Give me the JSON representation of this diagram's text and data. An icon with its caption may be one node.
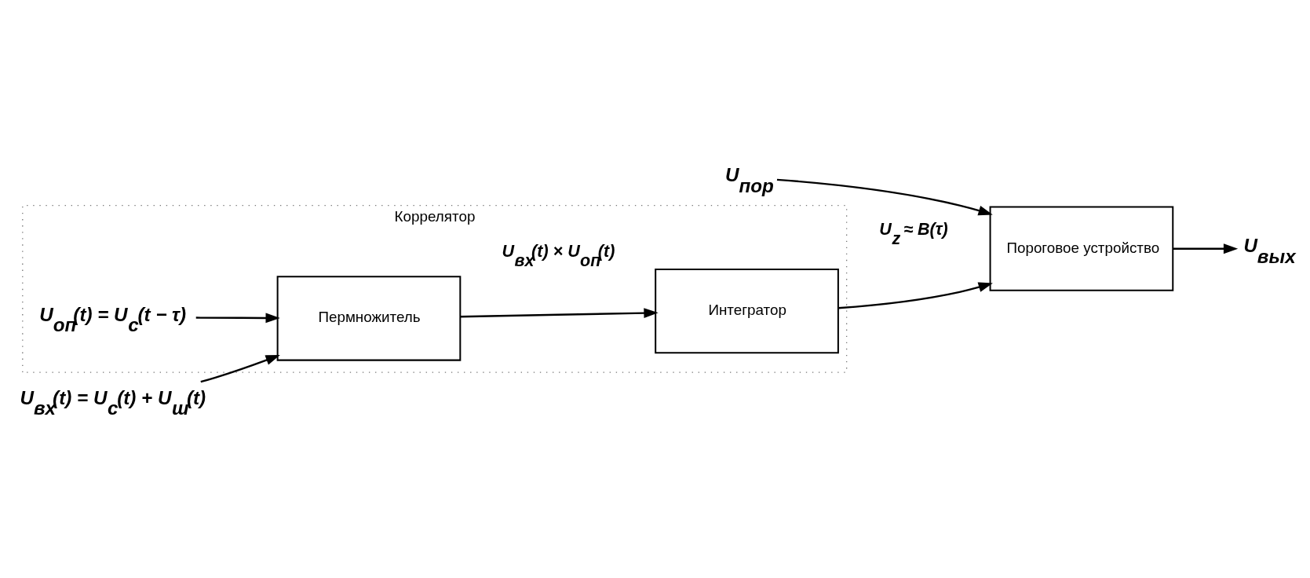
{
  "diagram": {
    "nodes": [
      {
        "text": [
          "Коррелятор"
        ]
      },
      {
        "text": [
          "Пермножитель"
        ],
        "in": 0
      },
      {
        "text": [
          "Интегратор"
        ],
        "in": 0
      },
      {
        "text": [
          "Пороговое устройство"
        ]
      },
      {
        "text": [
          "U$_{вх}$(t) = U$_{c}$(t) + U$_{ш}$(t)"
        ]
      },
      {
        "text": [
          "U$_{оп}$(t) = U$_{c}$(t − τ)"
        ],
        "in": 0
      },
      {
        "text": [
          "U$_{пор}$"
        ]
      },
      {
        "text": [
          "U$_{вых}$"
        ]
      }
    ],
    "edges": [
      {
        "from": 4,
        "to": 1,
        "arrow": "to"
      },
      {
        "from": 5,
        "to": 1,
        "arrow": "to"
      },
      {
        "from": 1,
        "to": 2,
        "arrow": "to",
        "label": "U$_{вх}$(t) × U$_{оп}$(t)"
      },
      {
        "from": 2,
        "to": 3,
        "arrow": "to",
        "label": "U$_{z}$ ≈ B(τ)"
      },
      {
        "from": 6,
        "to": 3,
        "arrow": "to"
      },
      {
        "from": 3,
        "to": 7,
        "arrow": "to"
      }
    ]
  }
}
